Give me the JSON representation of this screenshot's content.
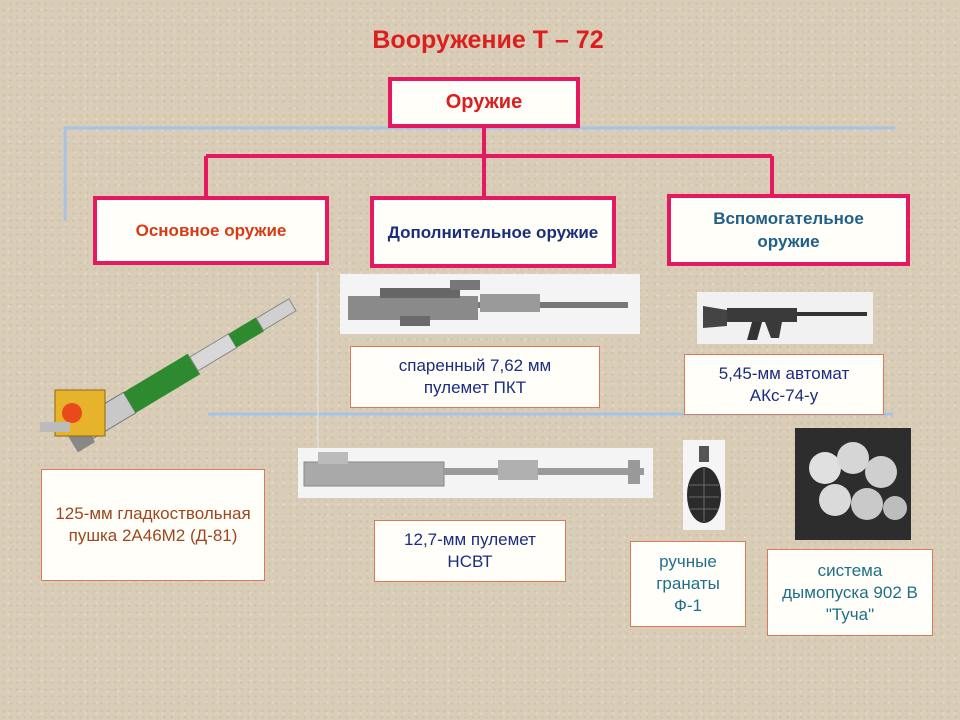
{
  "title": "Вооружение Т – 72",
  "root": "Оружие",
  "categories": [
    {
      "label": "Основное оружие"
    },
    {
      "label": "Дополнительное оружие"
    },
    {
      "label": "Вспомогательное оружие"
    }
  ],
  "items": {
    "gun": "125-мм гладкоствольная пушка 2А46М2 (Д-81)",
    "pkt": "спаренный 7,62 мм пулемет ПКТ",
    "nsvt": "12,7-мм пулемет НСВТ",
    "aks": "5,45-мм автомат АКс-74-у",
    "grenade": "ручные гранаты Ф-1",
    "smoke": "система дымопуска 902 В \"Туча\""
  },
  "colors": {
    "title": "#dd1e1e",
    "box_border": "#e5195f",
    "connector": "#e5195f",
    "frame_line": "#a6c3e6"
  }
}
